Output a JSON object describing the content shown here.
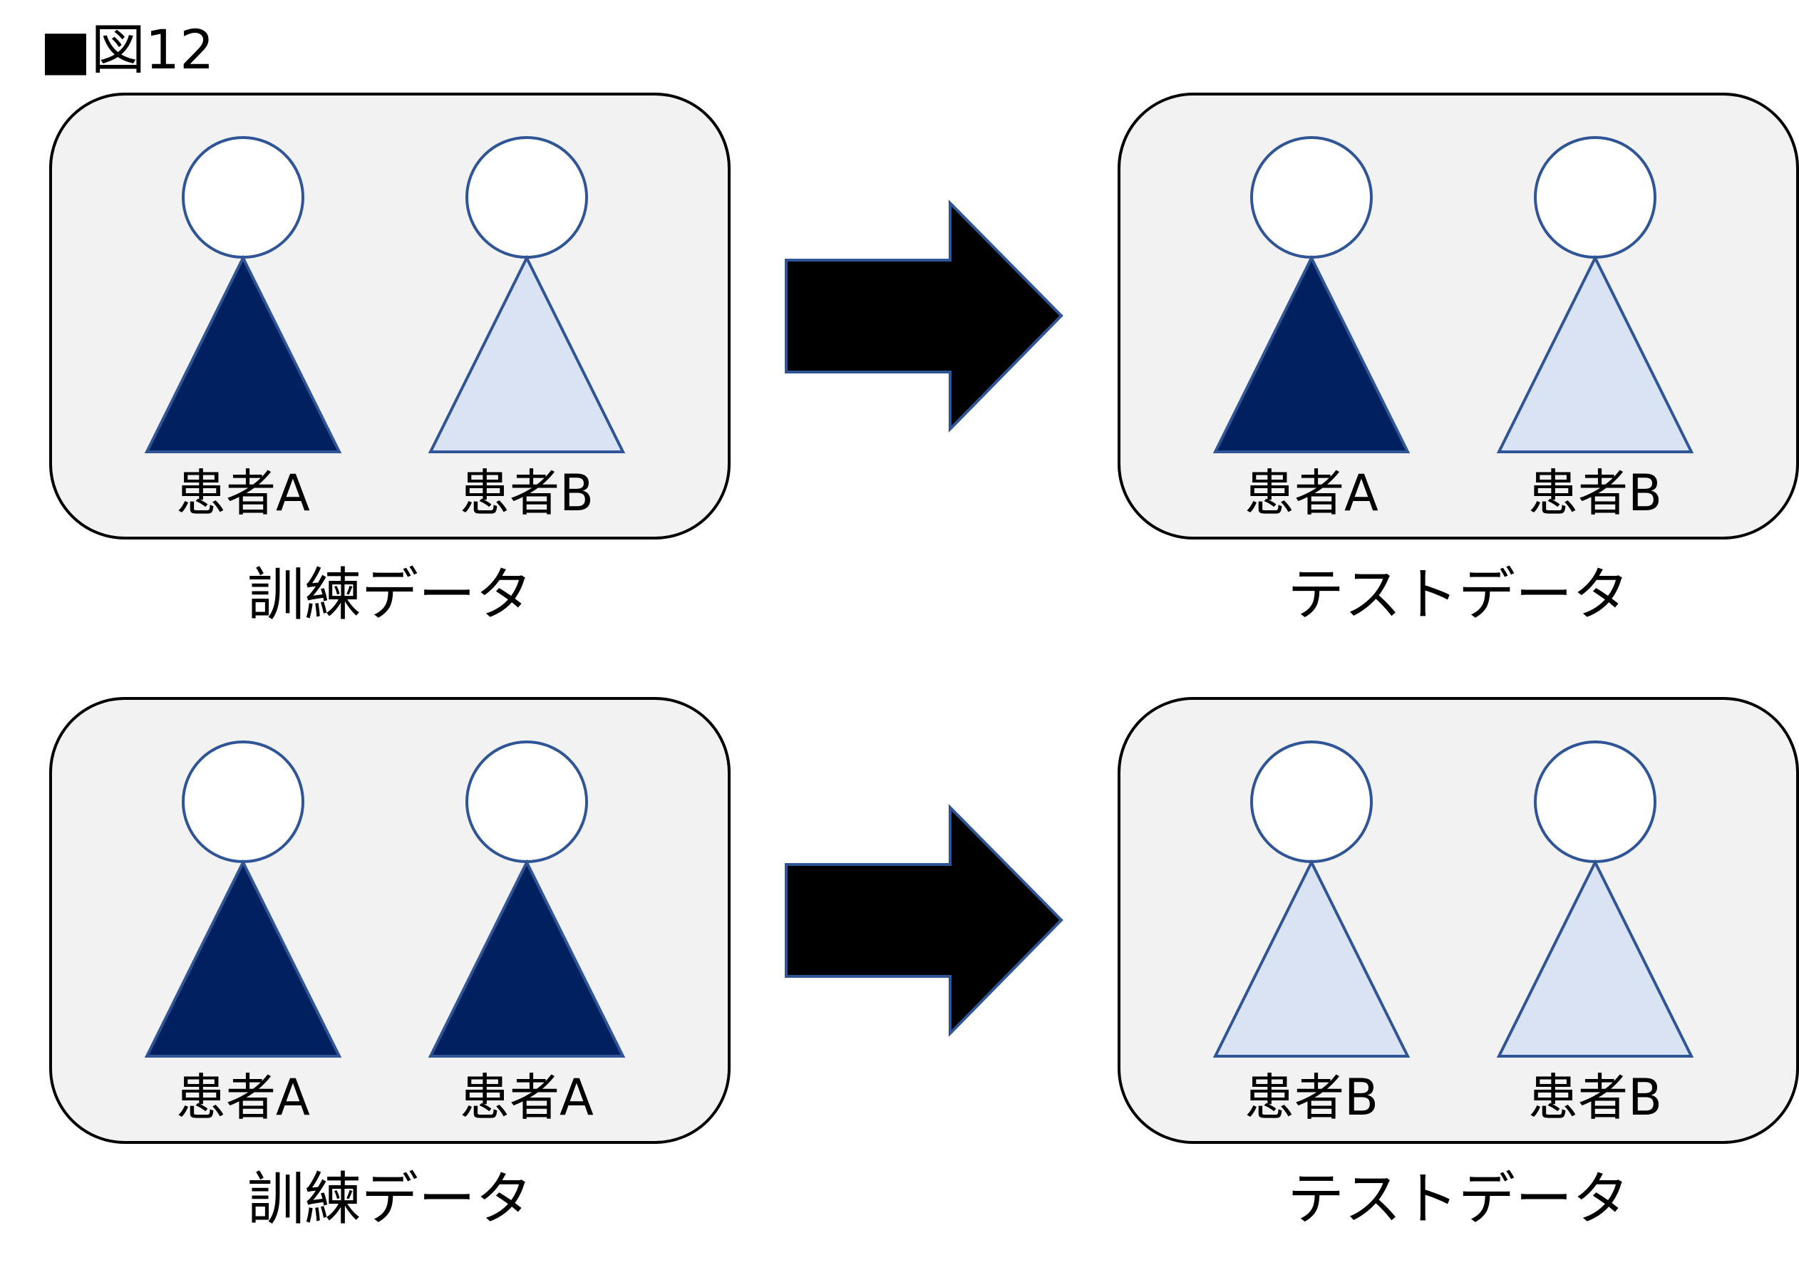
{
  "title": "■図12",
  "colors": {
    "patient_a": "#002060",
    "patient_b": "#DAE3F3",
    "outline": "#2F5597",
    "box_bg": "#F2F2F2",
    "arrow": "#000000"
  },
  "rows": [
    {
      "train": {
        "caption": "訓練データ",
        "patients": [
          {
            "label": "患者A",
            "type": "a"
          },
          {
            "label": "患者B",
            "type": "b"
          }
        ]
      },
      "test": {
        "caption": "テストデータ",
        "patients": [
          {
            "label": "患者A",
            "type": "a"
          },
          {
            "label": "患者B",
            "type": "b"
          }
        ]
      }
    },
    {
      "train": {
        "caption": "訓練データ",
        "patients": [
          {
            "label": "患者A",
            "type": "a"
          },
          {
            "label": "患者A",
            "type": "a"
          }
        ]
      },
      "test": {
        "caption": "テストデータ",
        "patients": [
          {
            "label": "患者B",
            "type": "b"
          },
          {
            "label": "患者B",
            "type": "b"
          }
        ]
      }
    }
  ]
}
